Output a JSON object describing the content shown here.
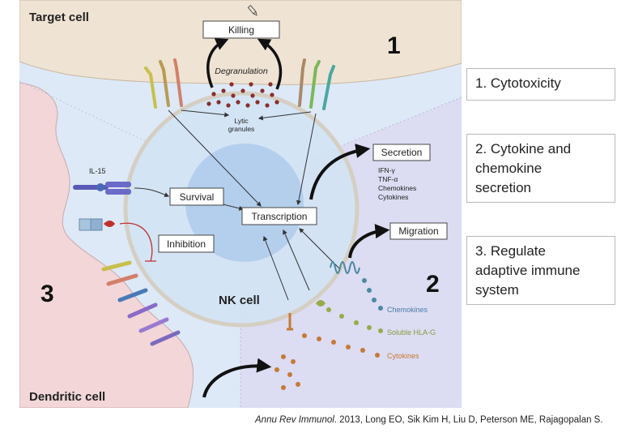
{
  "figure": {
    "cells": {
      "target": "Target cell",
      "nk": "NK cell",
      "dendritic": "Dendritic cell"
    },
    "numbers": {
      "one": "1",
      "two": "2",
      "three": "3"
    },
    "processes": {
      "killing": "Killing",
      "degranulation": "Degranulation",
      "lytic_granules_line1": "Lytic",
      "lytic_granules_line2": "granules",
      "transcription": "Transcription",
      "secretion": "Secretion",
      "migration": "Migration",
      "survival": "Survival",
      "inhibition": "Inhibition"
    },
    "secretion_list": [
      "IFN-γ",
      "TNF-α",
      "Chemokines",
      "Cytokines"
    ],
    "il15": "IL-15",
    "ligands": {
      "chemokines": "Chemokines",
      "soluble_hla_g": "Soluble HLA-G",
      "cytokines": "Cytokines"
    },
    "colors": {
      "target_cell": "#efe3d3",
      "dendritic_cell": "#f2d6d8",
      "left_bg": "#dde9f7",
      "right_bg": "#dcdcf3",
      "nk_cytoplasm": "#d2e3f4",
      "nucleus": "#a9c8e9",
      "granule": "#8a2e2a",
      "chemokine": "#4a8aa0",
      "hla_g": "#9aaa4a",
      "cytokine": "#c57a35",
      "chemokine_label": "#4a7fa6",
      "hla_g_label": "#8a9a3a",
      "cytokine_label": "#c77a2c"
    }
  },
  "legend": {
    "item1": "1. Cytotoxicity",
    "item2_line1": "2. Cytokine and",
    "item2_line2": "chemokine",
    "item2_line3": "secretion",
    "item3_line1": "3. Regulate",
    "item3_line2": "adaptive immune",
    "item3_line3": "system"
  },
  "citation": {
    "journal": "Annu Rev Immunol",
    "rest": ". 2013, Long EO, Sik Kim H, Liu D, Peterson ME, Rajagopalan S."
  }
}
